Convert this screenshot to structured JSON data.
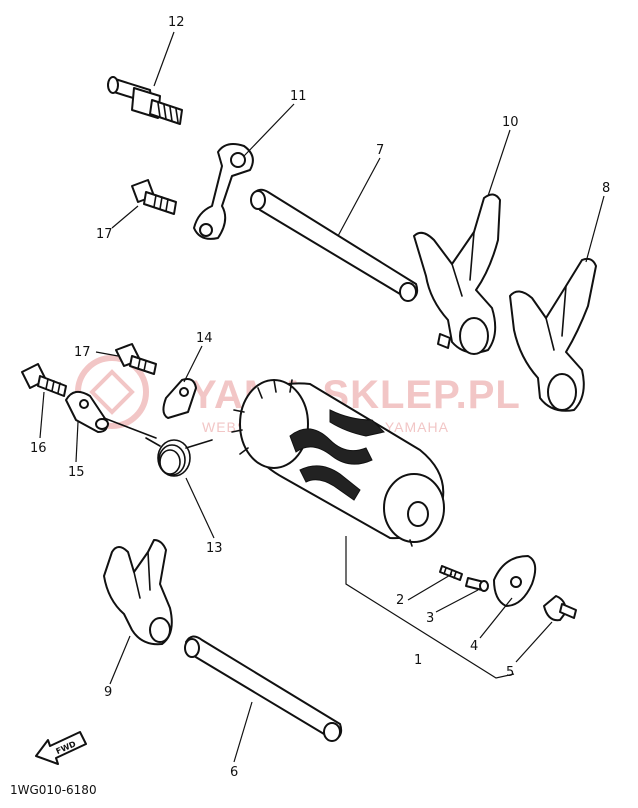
{
  "diagram_code": "1WG010-6180",
  "front_label": "FWD",
  "watermark": {
    "main": "YAMA-SKLEP.PL",
    "sub": "WEBSHOP PL | DEALER YAMAHA"
  },
  "callouts": [
    {
      "id": "c1",
      "label": "1"
    },
    {
      "id": "c2",
      "label": "2"
    },
    {
      "id": "c3",
      "label": "3"
    },
    {
      "id": "c4",
      "label": "4"
    },
    {
      "id": "c5",
      "label": "5"
    },
    {
      "id": "c6",
      "label": "6"
    },
    {
      "id": "c7",
      "label": "7"
    },
    {
      "id": "c8",
      "label": "8"
    },
    {
      "id": "c9",
      "label": "9"
    },
    {
      "id": "c10",
      "label": "10"
    },
    {
      "id": "c11",
      "label": "11"
    },
    {
      "id": "c12",
      "label": "12"
    },
    {
      "id": "c13",
      "label": "13"
    },
    {
      "id": "c14",
      "label": "14"
    },
    {
      "id": "c15",
      "label": "15"
    },
    {
      "id": "c16",
      "label": "16"
    },
    {
      "id": "c17a",
      "label": "17"
    },
    {
      "id": "c17b",
      "label": "17"
    }
  ],
  "colors": {
    "ink": "#111111",
    "watermark": "#f2c6c6"
  }
}
